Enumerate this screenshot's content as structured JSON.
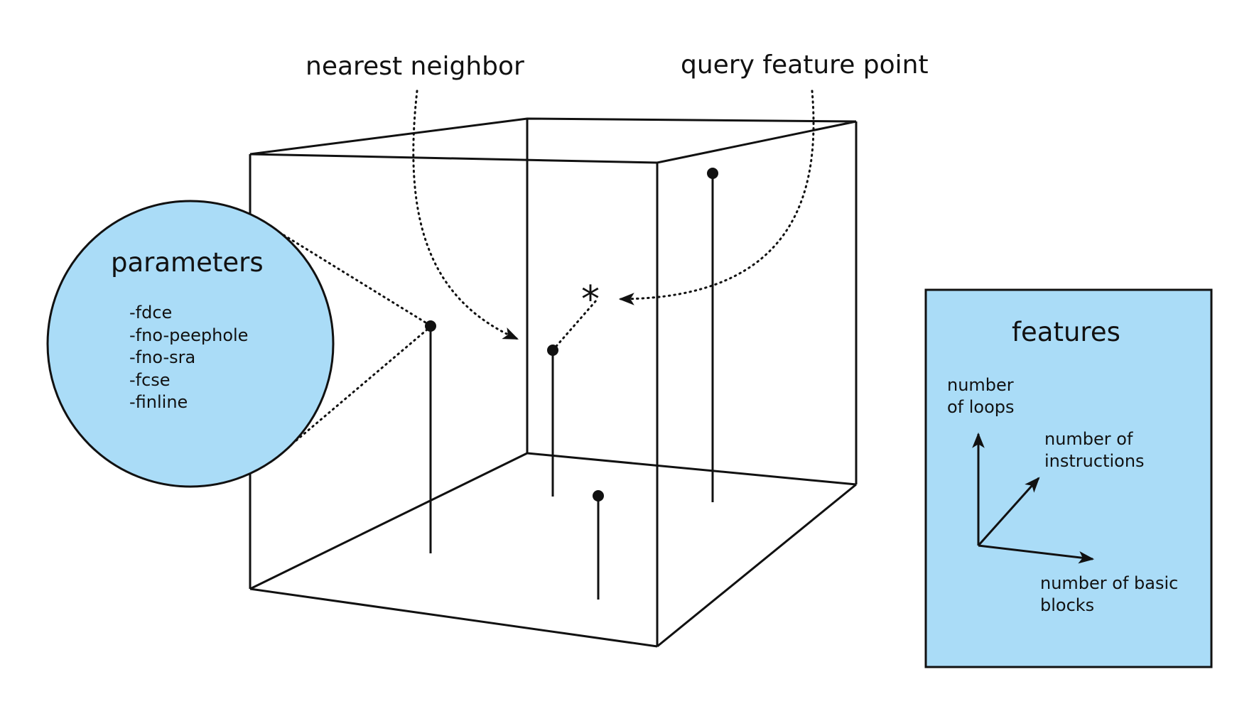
{
  "callouts": {
    "nearest_neighbor": "nearest neighbor",
    "query_feature_point": "query feature point"
  },
  "parameters_panel": {
    "title": "parameters",
    "flags": [
      "-fdce",
      "-fno-peephole",
      "-fno-sra",
      "-fcse",
      "-finline"
    ],
    "fill_color": "#aadcf7"
  },
  "features_panel": {
    "title": "features",
    "axes": {
      "vertical": "number\nof loops",
      "diagonal": "number of\ninstructions",
      "horizontal": "number of basic\nblocks"
    },
    "fill_color": "#aadcf7"
  },
  "query_marker": "*",
  "colors": {
    "line": "#111111",
    "panel_fill": "#aadcf7"
  }
}
